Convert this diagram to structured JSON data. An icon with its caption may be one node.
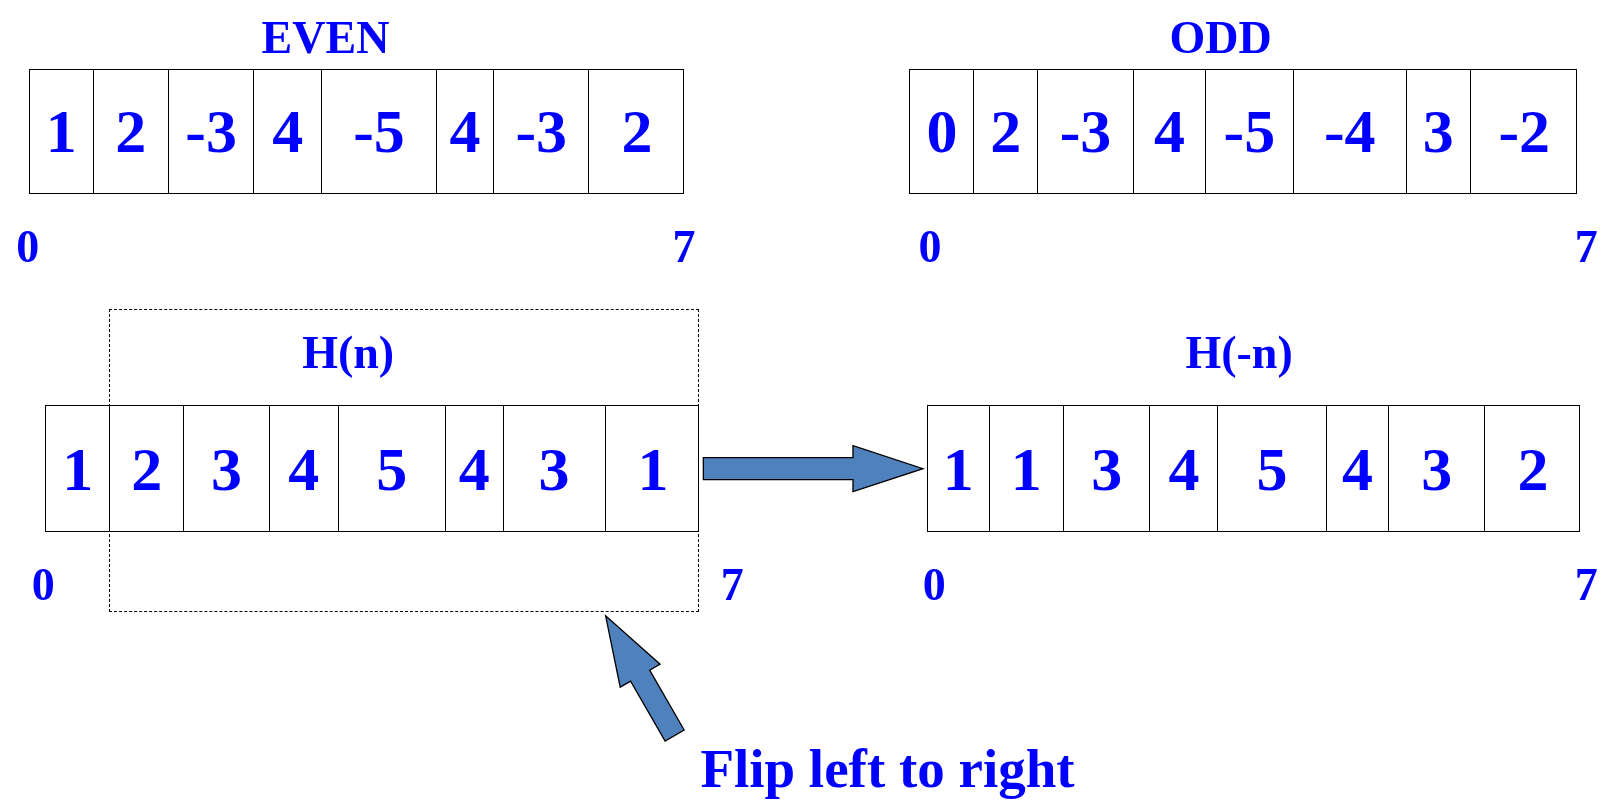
{
  "diagram": {
    "nodes": [
      {
        "text": [],
        "shape": "box"
      },
      {
        "text": [
          "1"
        ],
        "in": 0
      },
      {
        "text": [
          "2"
        ],
        "in": 0
      },
      {
        "text": [
          "-3"
        ],
        "in": 0
      },
      {
        "text": [
          "4"
        ],
        "in": 0
      },
      {
        "text": [
          "-5"
        ],
        "in": 0
      },
      {
        "text": [
          "4"
        ],
        "in": 0
      },
      {
        "text": [
          "-3"
        ],
        "in": 0
      },
      {
        "text": [
          "2"
        ],
        "in": 0
      },
      {
        "text": [],
        "shape": "box"
      },
      {
        "text": [
          "0"
        ],
        "in": 9
      },
      {
        "text": [
          "2"
        ],
        "in": 9
      },
      {
        "text": [
          "-3"
        ],
        "in": 9
      },
      {
        "text": [
          "4"
        ],
        "in": 9
      },
      {
        "text": [
          "-5"
        ],
        "in": 9
      },
      {
        "text": [
          "-4"
        ],
        "in": 9
      },
      {
        "text": [
          "3"
        ],
        "in": 9
      },
      {
        "text": [
          "-2"
        ],
        "in": 9
      },
      {
        "text": [],
        "shape": "box"
      },
      {
        "text": [],
        "shape": "box"
      },
      {
        "text": [
          "1"
        ],
        "in": 19
      },
      {
        "text": [
          "2"
        ],
        "in": 19
      },
      {
        "text": [
          "3"
        ],
        "in": 19
      },
      {
        "text": [
          "4"
        ],
        "in": 19
      },
      {
        "text": [
          "5"
        ],
        "in": 19
      },
      {
        "text": [
          "4"
        ],
        "in": 19
      },
      {
        "text": [
          "3"
        ],
        "in": 19
      },
      {
        "text": [
          "1"
        ],
        "in": 19
      },
      {
        "text": [],
        "shape": "box"
      },
      {
        "text": [
          "1"
        ],
        "in": 28
      },
      {
        "text": [
          "1"
        ],
        "in": 28
      },
      {
        "text": [
          "3"
        ],
        "in": 28
      },
      {
        "text": [
          "4"
        ],
        "in": 28
      },
      {
        "text": [
          "5"
        ],
        "in": 28
      },
      {
        "text": [
          "4"
        ],
        "in": 28
      },
      {
        "text": [
          "3"
        ],
        "in": 28
      },
      {
        "text": [
          "2"
        ],
        "in": 28
      },
      {
        "text": [
          "Flip left to right"
        ]
      }
    ],
    "edges": [
      {
        "from": 19,
        "to": 28,
        "arrow": "to",
        "style": "thick",
        "color": "#4f81bd"
      },
      {
        "from": 37,
        "to": 18,
        "arrow": "to",
        "style": "thick",
        "color": "#4f81bd"
      }
    ],
    "labels": [
      "EVEN",
      "ODD",
      "0",
      "7",
      "0",
      "7",
      "H(n)",
      "H(-n)",
      "0",
      "7",
      "0",
      "7"
    ]
  }
}
